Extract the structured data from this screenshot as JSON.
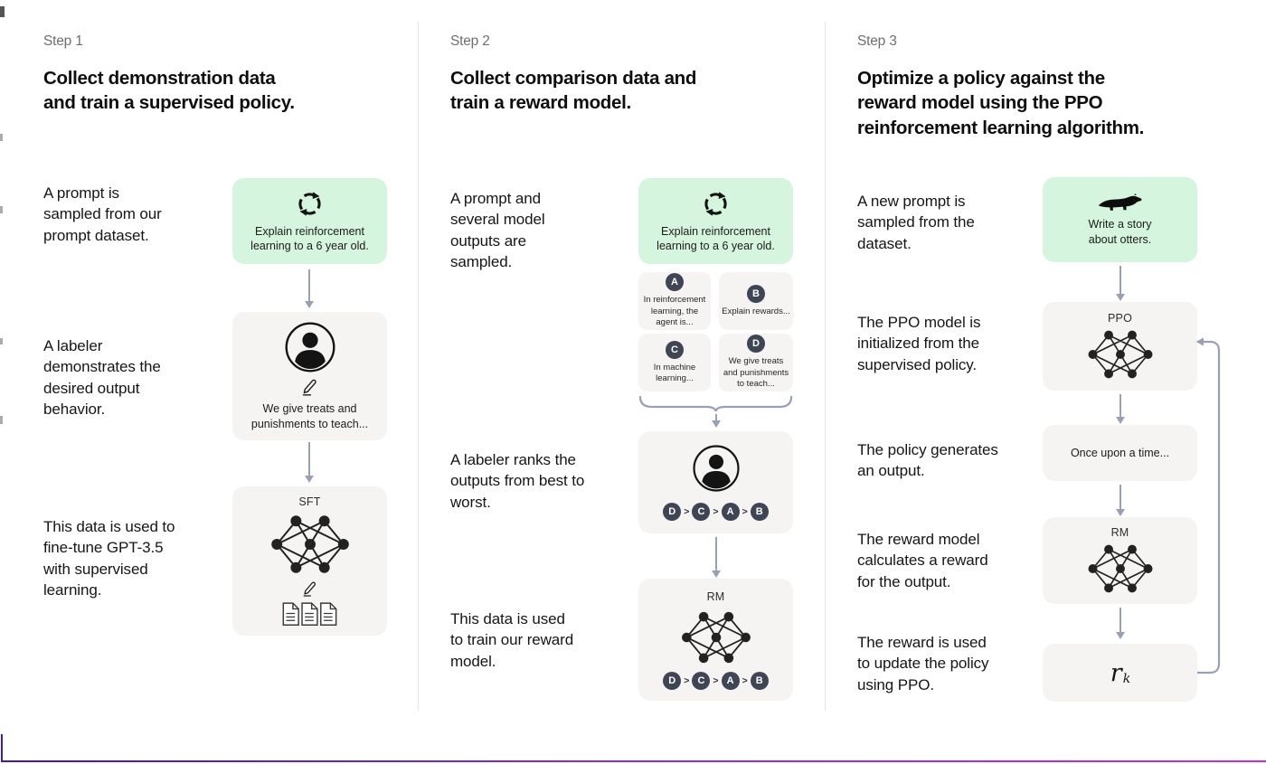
{
  "palette": {
    "green-box": "#d6f5de",
    "gray-box": "#f5f4f2",
    "badge": "#3f4555",
    "arrow": "#9aa0b4",
    "divider": "#e8e7e5",
    "accent-line-left": "#4318a6",
    "accent-line-right": "#c52fd9"
  },
  "icons": {
    "prompt_sampling": "cycle-icon",
    "labeler": "person-icon",
    "edit": "pencil-icon",
    "model": "network-icon",
    "training_data": "documents-icon",
    "otter_prompt": "otter-icon"
  },
  "step1": {
    "label": "Step 1",
    "title_lines": [
      "Collect demonstration data",
      "and train a supervised policy."
    ],
    "caption_prompt": "A prompt is sampled from our prompt dataset.",
    "caption_labeler": "A labeler demonstrates the desired output behavior.",
    "caption_finetune": "This data is used to fine-tune GPT-3.5 with supervised learning.",
    "prompt_box_text": "Explain reinforcement learning to a 6 year old.",
    "labeler_box_text": "We give treats and punishments to teach...",
    "sft_label": "SFT"
  },
  "step2": {
    "label": "Step 2",
    "title_lines": [
      "Collect comparison data and",
      "train a reward model."
    ],
    "caption_prompt": "A prompt and several model outputs are sampled.",
    "caption_rank": "A labeler ranks the outputs from best to worst.",
    "caption_train": "This data is used to train our reward model.",
    "prompt_box_text": "Explain reinforcement learning to a 6 year old.",
    "outputs": [
      {
        "letter": "A",
        "text": "In reinforcement learning, the agent is..."
      },
      {
        "letter": "B",
        "text": "Explain rewards..."
      },
      {
        "letter": "C",
        "text": "In machine learning..."
      },
      {
        "letter": "D",
        "text": "We give treats and punishments to teach..."
      }
    ],
    "ranking": {
      "order": [
        "D",
        "C",
        "A",
        "B"
      ],
      "separator": ">"
    },
    "rm_label": "RM"
  },
  "step3": {
    "label": "Step 3",
    "title_lines": [
      "Optimize a policy against the",
      "reward model using the PPO",
      "reinforcement learning algorithm."
    ],
    "caption_prompt": "A new prompt is sampled from the dataset.",
    "caption_init": "The PPO model is initialized from the supervised policy.",
    "caption_output": "The policy generates an output.",
    "caption_reward": "The reward model calculates a reward for the output.",
    "caption_update": "The reward is used to update the policy using PPO.",
    "prompt_box_text": "Write a story about otters.",
    "ppo_label": "PPO",
    "output_box_text": "Once upon a time...",
    "rm_label": "RM",
    "reward_symbol": "r",
    "reward_subscript": "k"
  }
}
